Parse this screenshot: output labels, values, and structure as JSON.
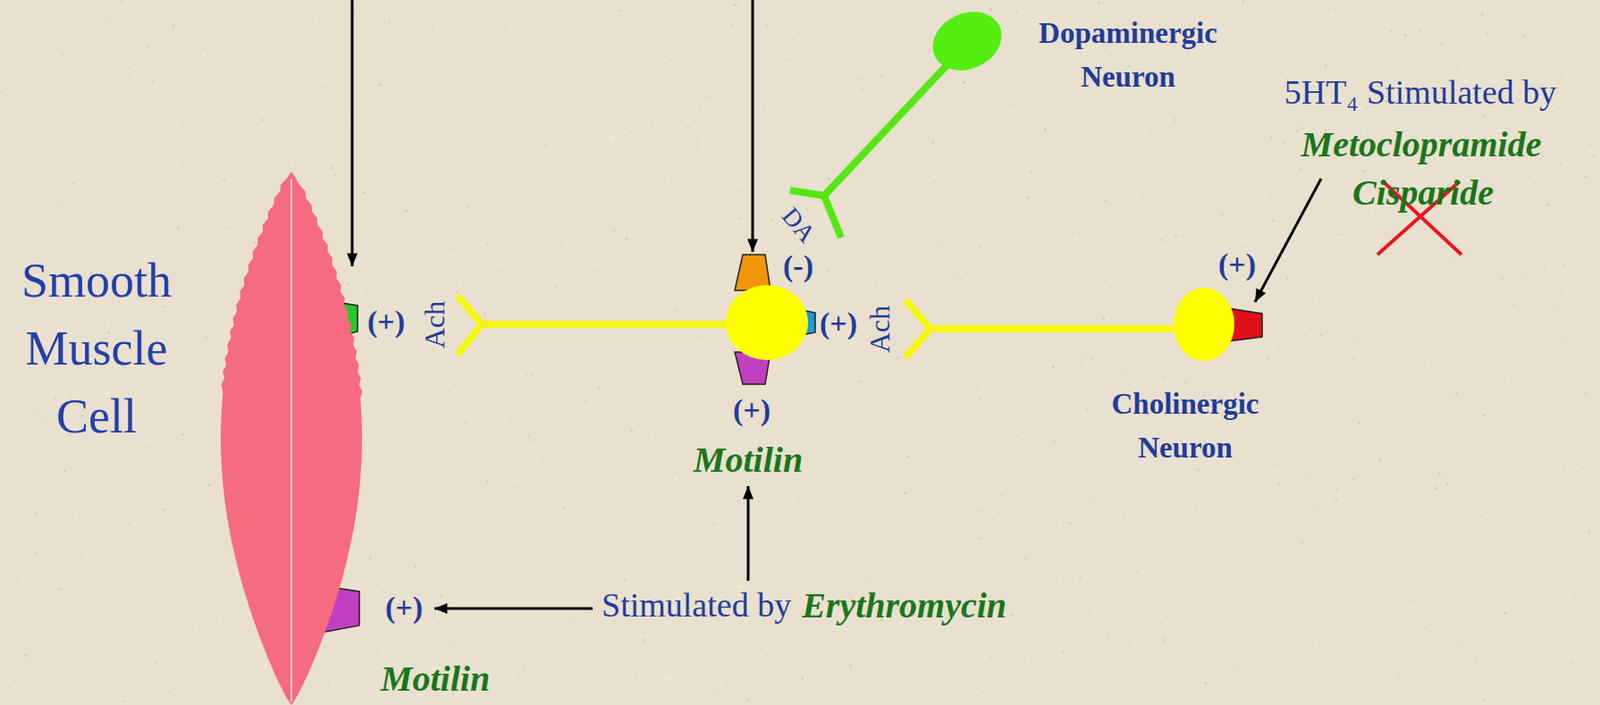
{
  "diagram": {
    "nodes": [
      {
        "text": [
          "Smooth Muscle Cell"
        ]
      },
      {
        "text": [
          "Dopaminergic Neuron"
        ]
      },
      {
        "text": [
          "Cholinergic Neuron"
        ]
      }
    ],
    "labels": [
      "(+)",
      "Ach",
      "(-)",
      "DA",
      "(+)",
      "Ach",
      "(+)",
      "(+)",
      "Motilin",
      "5HT₄ Stimulated by",
      "Metoclopramide",
      "Cisparide",
      "(+)",
      "Stimulated by",
      "Erythromycin",
      "Motilin"
    ]
  }
}
